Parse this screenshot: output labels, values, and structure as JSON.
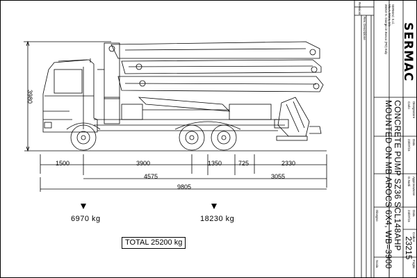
{
  "dimensions": {
    "height": "3980",
    "row1": [
      "1500",
      "3900",
      "1350",
      "725",
      "2330"
    ],
    "row2": [
      "4575",
      "3055"
    ],
    "row3": [
      "9805"
    ]
  },
  "weights": {
    "front": "6970 kg",
    "rear": "18230 kg",
    "total": "TOTAL 25200 kg"
  },
  "title_block": {
    "brand": "SERMAC",
    "company_line1": "SERMAC S.r.l.",
    "company_line2": "Via A. Moro, 1/a",
    "company_line3": "35010 S. Giorgio in Bosco (PD) Italy",
    "revisions_header": "Revisioni",
    "rev_line1": "Rev.  Descrizione",
    "col_disegnatore": "Disegnatore",
    "col_data": "Data",
    "col_approvazione": "Approvazione",
    "col_data2": "Data",
    "val_disegnatore": "Carlo",
    "val_data": "23/07/15",
    "val_approvazione": "G.Nutti",
    "val_data2": "24/07/15",
    "title_line1": "CONCRETE PUMP SZ36 SCL148AHP",
    "title_line2": "MOUNTED ON MB AROCS 6X4, WB=3900",
    "col_codice": "Codice",
    "col_disegno": "Disegno",
    "code": "23215",
    "bottom_label1": "Scala",
    "bottom_label2": "Foglio"
  }
}
